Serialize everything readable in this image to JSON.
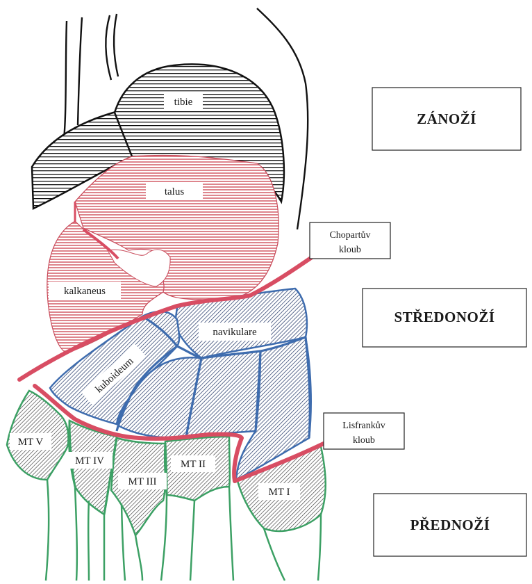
{
  "regions": {
    "hindfoot": "ZÁNOŽÍ",
    "midfoot": "STŘEDONOŽÍ",
    "forefoot": "PŘEDNOŽÍ"
  },
  "joints": {
    "chopart_line1": "Chopartův",
    "chopart_line2": "kloub",
    "lisfranc_line1": "Lisfrankův",
    "lisfranc_line2": "kloub"
  },
  "bones": {
    "tibia": "tibie",
    "talus": "talus",
    "calcaneus": "kalkaneus",
    "navicular": "navikulare",
    "cuboid": "kuboideum",
    "mt1": "MT I",
    "mt2": "MT II",
    "mt3": "MT III",
    "mt4": "MT IV",
    "mt5": "MT V"
  },
  "colors": {
    "hindfoot_bone": "#d9737b",
    "joint_line": "#d84d63",
    "midfoot_bone": "#3e6cae",
    "forefoot_bone": "#3ca064",
    "tibia": "#222222"
  }
}
